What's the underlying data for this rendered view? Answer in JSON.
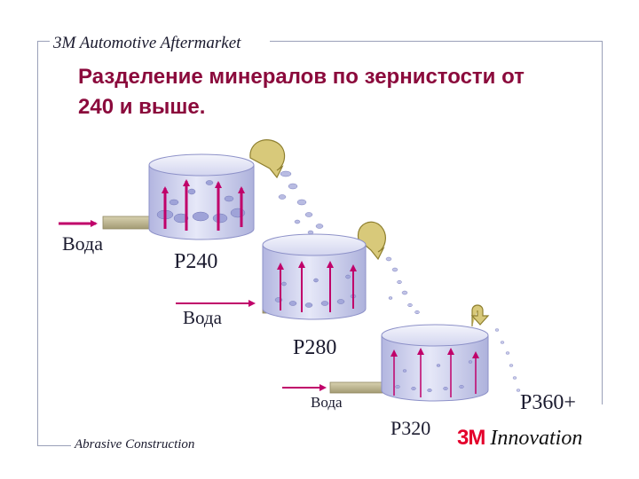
{
  "header": {
    "brand": "3M Automotive Aftermarket"
  },
  "slide": {
    "title": "Разделение минералов по зернистости от 240 и выше."
  },
  "labels": {
    "water_1": "Вода",
    "water_2": "Вода",
    "water_3": "Вода",
    "grade_p240": "P240",
    "grade_p280": "P280",
    "grade_p320": "P320",
    "grade_p360": "P360+"
  },
  "footer": {
    "text": "Abrasive Construction"
  },
  "logo": {
    "mark": "3M",
    "text": "Innovation"
  },
  "colors": {
    "title": "#8b0a3c",
    "arrow": "#c0006a",
    "tank": "#c9cbe8",
    "pipe": "#b5ac86",
    "logo": "#e4002b"
  }
}
